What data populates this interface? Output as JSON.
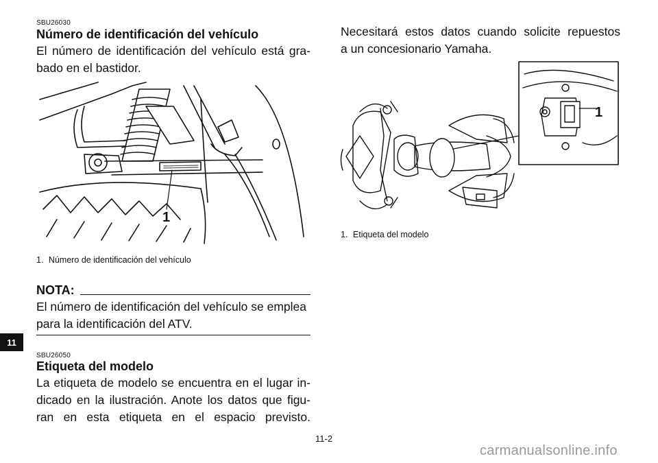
{
  "left": {
    "section1": {
      "code": "SBU26030",
      "heading": "Número de identificación del vehículo",
      "line1": "El número de identificación del vehículo está gra-",
      "line2": "bado en el bastidor.",
      "callout": "1",
      "caption_num": "1.",
      "caption_text": "Número de identificación del vehículo"
    },
    "nota": {
      "label": "NOTA:",
      "line1": "El número de identificación del vehículo se emplea",
      "line2": "para la identificación del ATV."
    },
    "section2": {
      "code": "SBU26050",
      "heading": "Etiqueta del modelo",
      "line1": "La etiqueta de modelo se encuentra en el lugar in-",
      "line2": "dicado en la ilustración. Anote los datos que figu-",
      "line3": "ran en esta etiqueta en el espacio previsto."
    }
  },
  "right": {
    "line1": "Necesitará estos datos cuando solicite repuestos",
    "line2": "a un concesionario Yamaha.",
    "callout": "1",
    "caption_num": "1.",
    "caption_text": "Etiqueta del modelo"
  },
  "chapter_tab": "11",
  "page_number": "11-2",
  "watermark": "carmanualsonline.info"
}
